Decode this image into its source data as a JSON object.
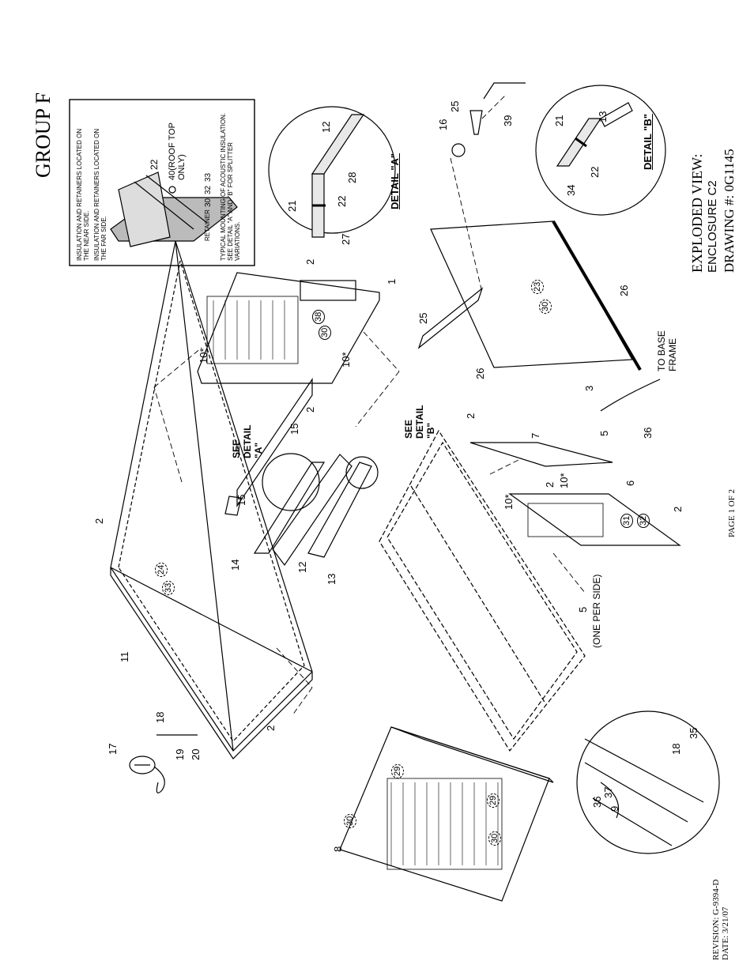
{
  "group_title": "GROUP F",
  "legend": {
    "near_side": "INSULATION AND RETAINERS LOCATED ON THE NEAR SIDE.",
    "far_side": "INSULATION AND RETAINERS LOCATED ON THE FAR SIDE.",
    "retainer": "RETAINER",
    "typical": "TYPICAL MOUNTING OF ACOUSTIC INSULATION. SEE DETAIL \"A\" AND \"B\" FOR SPLITTER VARIATIONS.",
    "roof_top": "40(ROOF TOP ONLY)",
    "item_22": "22",
    "retainer_numbers": [
      "30",
      "32",
      "33"
    ]
  },
  "title_block": {
    "line1": "EXPLODED VIEW:",
    "line2": "ENCLOSURE C2",
    "line3": "DRAWING #: 0G1145"
  },
  "revision": "REVISION: G-9394-D",
  "date": "DATE: 3/21/07",
  "page": "PAGE 1 OF 2",
  "callouts": {
    "see_detail_a": "SEE DETAIL \"A\"",
    "see_detail_b": "SEE DETAIL \"B\"",
    "detail_a": "DETAIL \"A\"",
    "detail_b": "DETAIL \"B\"",
    "to_base_frame": "TO BASE FRAME",
    "one_per_side": "(ONE PER SIDE)"
  },
  "part_numbers": [
    "1",
    "2",
    "3",
    "5",
    "6",
    "7",
    "8",
    "9",
    "10*",
    "11",
    "12",
    "13",
    "14",
    "15",
    "16",
    "17",
    "18",
    "19",
    "20",
    "21",
    "22",
    "25",
    "26",
    "27",
    "28",
    "34",
    "35",
    "36",
    "37",
    "39"
  ],
  "circled_numbers": [
    "23",
    "24",
    "29",
    "30",
    "31",
    "32",
    "33",
    "38"
  ]
}
